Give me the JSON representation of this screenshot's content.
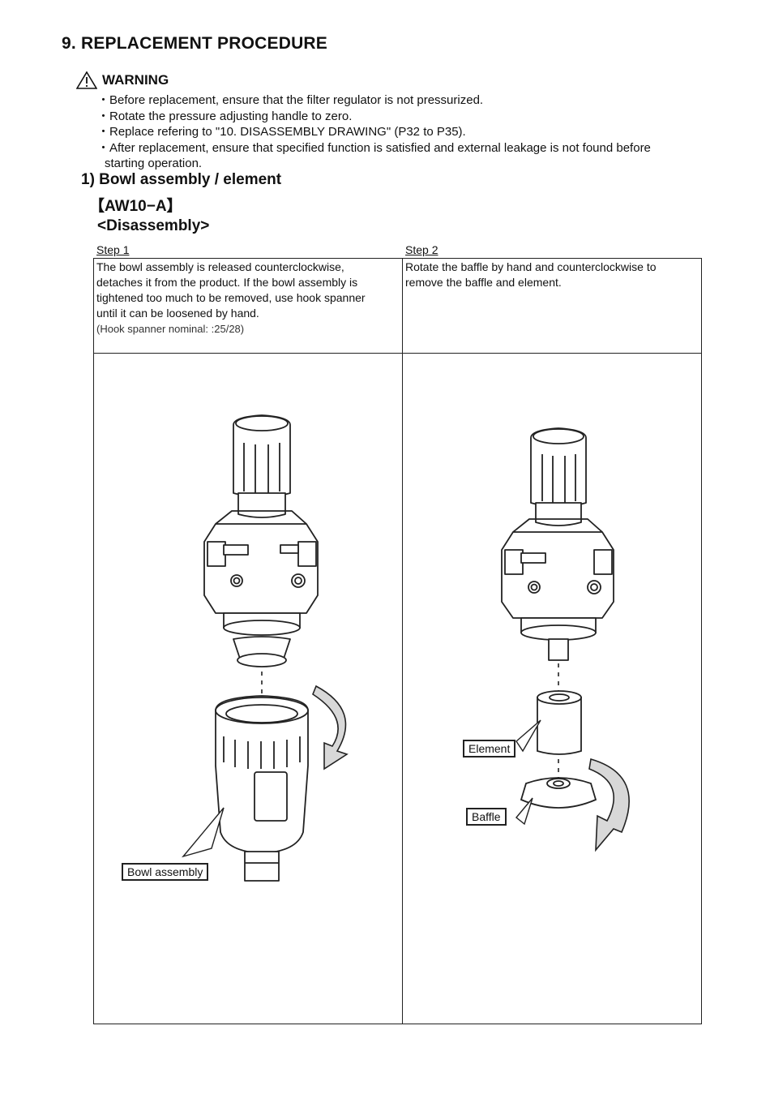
{
  "section_title": "9. REPLACEMENT PROCEDURE",
  "warning": {
    "label": "WARNING",
    "icon": "warning-triangle-icon",
    "bullets": [
      "・Before replacement, ensure that the filter regulator is not pressurized.",
      "・Rotate the pressure adjusting handle to zero.",
      "・Replace refering to \"10. DISASSEMBLY DRAWING\" (P32 to P35).",
      "・After replacement, ensure that specified function is satisfied and external leakage is not found before"
    ],
    "bullet_continuation": "starting operation."
  },
  "subsection_title": "1) Bowl assembly / element",
  "model_label": "【AW10−A】",
  "phase_label": "<Disassembly>",
  "steps": [
    {
      "label": "Step 1",
      "lines": [
        "The bowl assembly is released counterclockwise,",
        "detaches it from the product. If the bowl assembly is",
        "tightened too much to be removed, use hook spanner",
        "until it can be loosened by hand."
      ],
      "note": "(Hook spanner nominal: :25/28)",
      "callouts": [
        "Bowl assembly"
      ]
    },
    {
      "label": "Step 2",
      "lines": [
        "Rotate the baffle by hand and counterclockwise to",
        "remove the baffle and element."
      ],
      "callouts": [
        "Element",
        "Baffle"
      ]
    }
  ]
}
